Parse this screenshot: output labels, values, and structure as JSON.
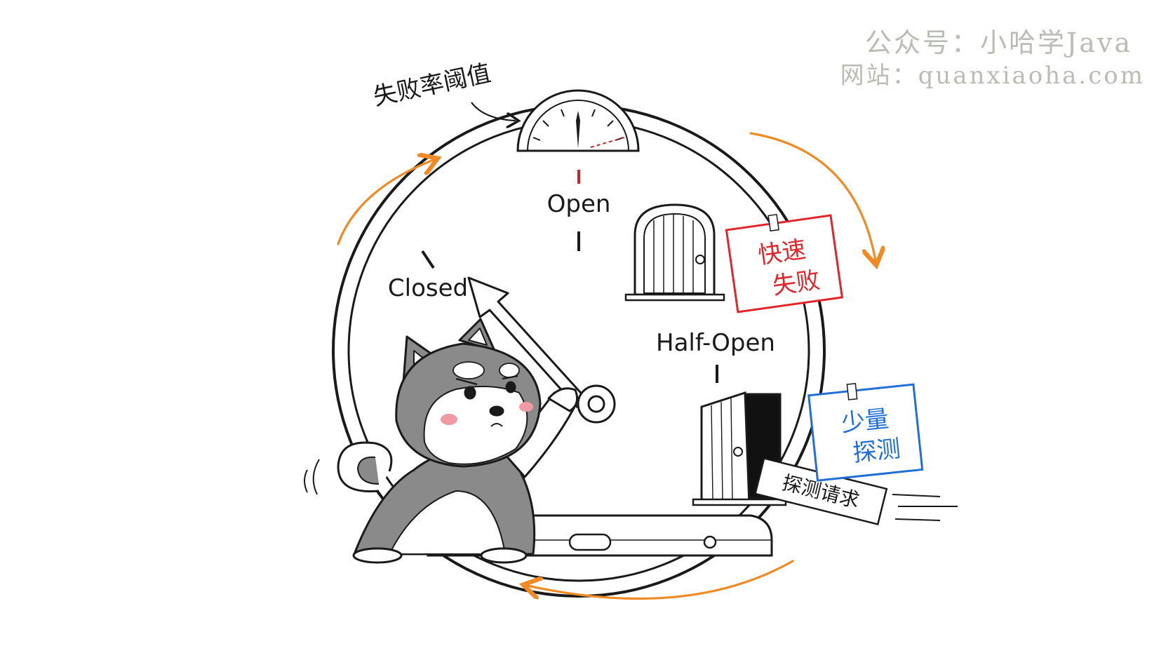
{
  "labels": {
    "threshold": "失败率阈值",
    "open": "Open",
    "closed": "Closed",
    "half_open": "Half-Open"
  },
  "notes": {
    "fast_fail": [
      "快速",
      "失败"
    ],
    "probe": [
      "少量",
      "探测"
    ]
  },
  "ticket": "探测请求",
  "watermark": {
    "line1": "公众号：小哈学Java",
    "line2": "网站：quanxiaoha.com"
  },
  "colors": {
    "stroke": "#1a1a1a",
    "cycle_arrow": "#f08a24",
    "fast_fail_note": "#e0262b",
    "probe_note": "#1f6fd6",
    "gauge_red": "#c0262b",
    "shiba_gray": "#8a8a8a",
    "cheek": "#f29aa3"
  }
}
